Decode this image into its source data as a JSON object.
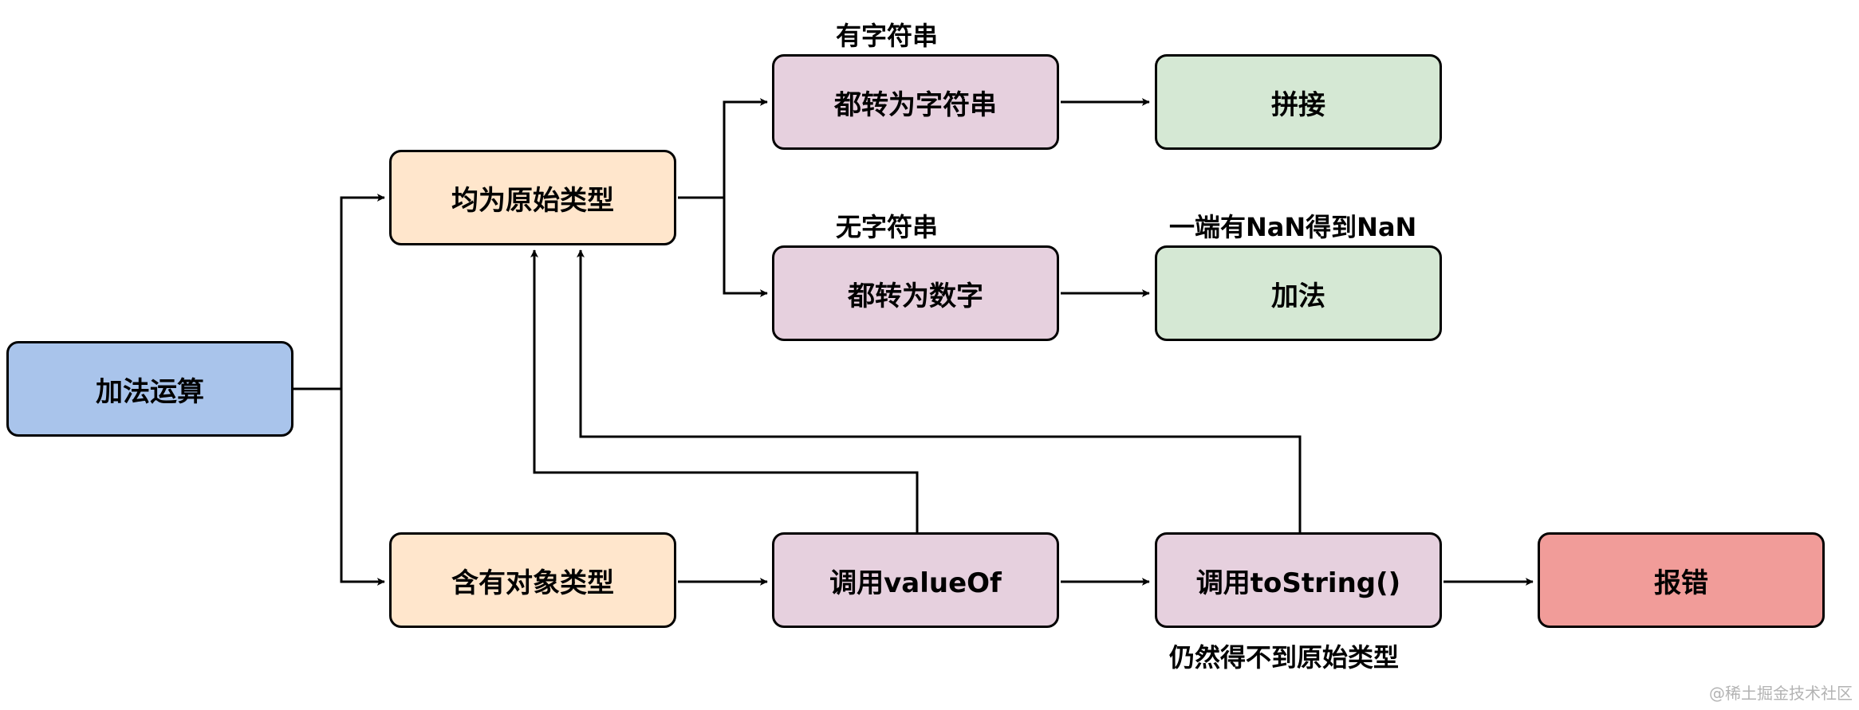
{
  "colors": {
    "blue": "#A9C4EB",
    "orange": "#FFE6CC",
    "purple": "#E6D0DE",
    "green": "#D5E8D4",
    "red": "#F19C99",
    "line": "#000000"
  },
  "nodes": {
    "add_op": {
      "text": "加法运算",
      "color": "blue"
    },
    "all_primitive": {
      "text": "均为原始类型",
      "color": "orange"
    },
    "has_object": {
      "text": "含有对象类型",
      "color": "orange"
    },
    "to_string_all": {
      "text": "都转为字符串",
      "color": "purple"
    },
    "to_number_all": {
      "text": "都转为数字",
      "color": "purple"
    },
    "concat": {
      "text": "拼接",
      "color": "green"
    },
    "addition": {
      "text": "加法",
      "color": "green"
    },
    "call_valueof": {
      "text": "调用valueOf",
      "color": "purple"
    },
    "call_tostring": {
      "text": "调用toString()",
      "color": "purple"
    },
    "error": {
      "text": "报错",
      "color": "red"
    }
  },
  "labels": {
    "has_string": "有字符串",
    "no_string": "无字符串",
    "nan_either": "一端有NaN得到NaN",
    "still_not_primitive": "仍然得不到原始类型"
  },
  "watermark": "@稀土掘金技术社区"
}
